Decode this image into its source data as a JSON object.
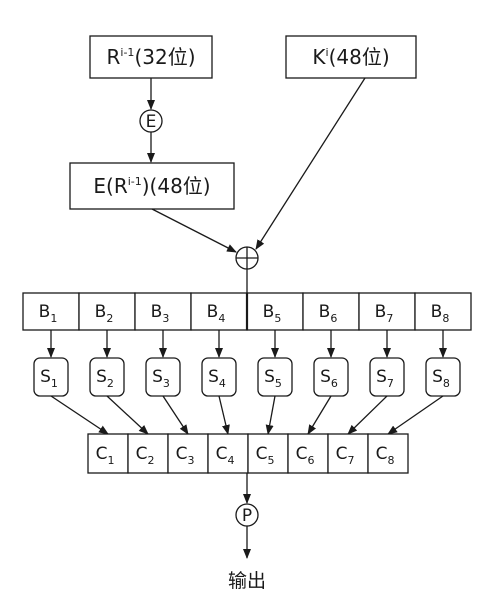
{
  "r_box": {
    "base": "R",
    "sup": "i-1",
    "suffix": "(32位)"
  },
  "k_box": {
    "base": "K",
    "sup": "i",
    "suffix": "(48位)"
  },
  "e_box": {
    "prefix": "E(R",
    "sup": "i-1",
    "suffix": ")(48位)"
  },
  "e_op": "E",
  "p_op": "P",
  "b_blocks": [
    {
      "base": "B",
      "sub": "1"
    },
    {
      "base": "B",
      "sub": "2"
    },
    {
      "base": "B",
      "sub": "3"
    },
    {
      "base": "B",
      "sub": "4"
    },
    {
      "base": "B",
      "sub": "5"
    },
    {
      "base": "B",
      "sub": "6"
    },
    {
      "base": "B",
      "sub": "7"
    },
    {
      "base": "B",
      "sub": "8"
    }
  ],
  "s_boxes": [
    {
      "base": "S",
      "sub": "1"
    },
    {
      "base": "S",
      "sub": "2"
    },
    {
      "base": "S",
      "sub": "3"
    },
    {
      "base": "S",
      "sub": "4"
    },
    {
      "base": "S",
      "sub": "5"
    },
    {
      "base": "S",
      "sub": "6"
    },
    {
      "base": "S",
      "sub": "7"
    },
    {
      "base": "S",
      "sub": "8"
    }
  ],
  "c_blocks": [
    {
      "base": "C",
      "sub": "1"
    },
    {
      "base": "C",
      "sub": "2"
    },
    {
      "base": "C",
      "sub": "3"
    },
    {
      "base": "C",
      "sub": "4"
    },
    {
      "base": "C",
      "sub": "5"
    },
    {
      "base": "C",
      "sub": "6"
    },
    {
      "base": "C",
      "sub": "7"
    },
    {
      "base": "C",
      "sub": "8"
    }
  ],
  "output_label": "输出"
}
